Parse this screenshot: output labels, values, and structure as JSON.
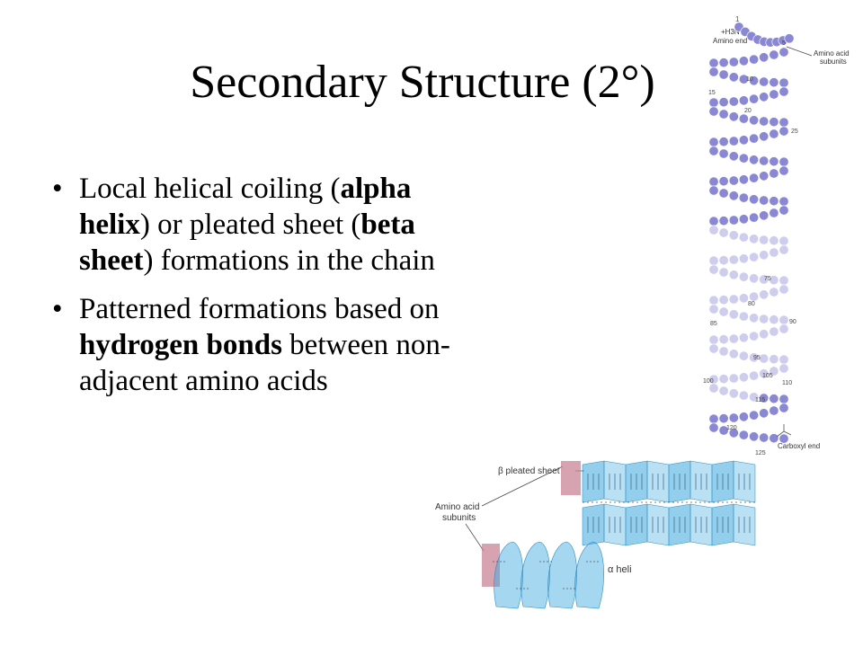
{
  "slide": {
    "title": "Secondary Structure (2°)",
    "bullet_char": "•",
    "bullets": [
      {
        "parts": [
          {
            "text": "Local helical coiling (",
            "bold": false
          },
          {
            "text": "alpha helix",
            "bold": true
          },
          {
            "text": ") or pleated sheet (",
            "bold": false
          },
          {
            "text": "beta sheet",
            "bold": true
          },
          {
            "text": ") formations in the chain",
            "bold": false
          }
        ]
      },
      {
        "parts": [
          {
            "text": "Patterned formations based on ",
            "bold": false
          },
          {
            "text": "hydrogen bonds",
            "bold": true
          },
          {
            "text": " between non-adjacent amino acids",
            "bold": false
          }
        ]
      }
    ]
  },
  "chain_figure": {
    "amino_end_label": "Amino end",
    "amino_end_charge": "+H3N",
    "subunits_label_line1": "Amino acid",
    "subunits_label_line2": "subunits",
    "carboxyl_end_label": "Carboxyl end",
    "residue_numbers": [
      "1",
      "5",
      "10",
      "15",
      "20",
      "25",
      "75",
      "80",
      "85",
      "90",
      "95",
      "100",
      "105",
      "110",
      "115",
      "120",
      "125"
    ],
    "bead_color": "#8a88d4",
    "bead_faded_color": "#cfcdee"
  },
  "structure_figure": {
    "beta_label": "β pleated sheet",
    "alpha_label": "α heli",
    "subunits_label_line1": "Amino acid",
    "subunits_label_line2": "subunits",
    "sheet_color": "#3aa7de",
    "highlight_color": "#c87c8f"
  }
}
